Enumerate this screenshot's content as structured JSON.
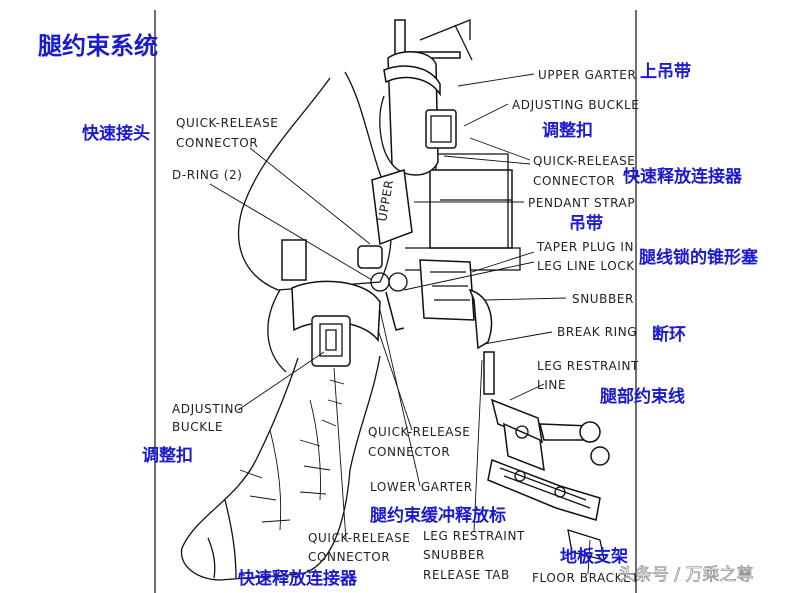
{
  "title": "腿约束系统",
  "labels_en": {
    "upper_garter": "UPPER GARTER",
    "adjusting_buckle_top": "ADJUSTING BUCKLE",
    "qrc_right_1": "QUICK-RELEASE",
    "qrc_right_2": "CONNECTOR",
    "pendant_strap": "PENDANT STRAP",
    "taper_plug_1": "TAPER PLUG IN",
    "taper_plug_2": "LEG LINE LOCK",
    "snubber": "SNUBBER",
    "break_ring": "BREAK RING",
    "leg_restraint_line_1": "LEG RESTRAINT",
    "leg_restraint_line_2": "LINE",
    "qrc_left_1": "QUICK-RELEASE",
    "qrc_left_2": "CONNECTOR",
    "d_ring": "D-RING (2)",
    "adjusting_buckle_left_1": "ADJUSTING",
    "adjusting_buckle_left_2": "BUCKLE",
    "qrc_mid_1": "QUICK-RELEASE",
    "qrc_mid_2": "CONNECTOR",
    "lower_garter": "LOWER GARTER",
    "qrc_bottom_1": "QUICK-RELEASE",
    "qrc_bottom_2": "CONNECTOR",
    "snubber_tab_1": "LEG RESTRAINT",
    "snubber_tab_2": "SNUBBER",
    "snubber_tab_3": "RELEASE TAB",
    "floor_bracket": "FLOOR BRACKET"
  },
  "labels_zh": {
    "upper_garter": "上吊带",
    "adjusting_buckle_top": "调整扣",
    "qrc_right": "快速释放连接器",
    "pendant_strap": "吊带",
    "taper_plug": "腿线锁的锥形塞",
    "break_ring": "断环",
    "leg_restraint_line": "腿部约束线",
    "qrc_left": "快速接头",
    "adjusting_buckle_left": "调整扣",
    "snubber_tab": "腿约束缓冲释放标",
    "floor_bracket": "地板支架",
    "qrc_bottom": "快速释放连接器"
  },
  "watermark": "头条号 / 万乘之尊",
  "strap_marking": "UPPER"
}
